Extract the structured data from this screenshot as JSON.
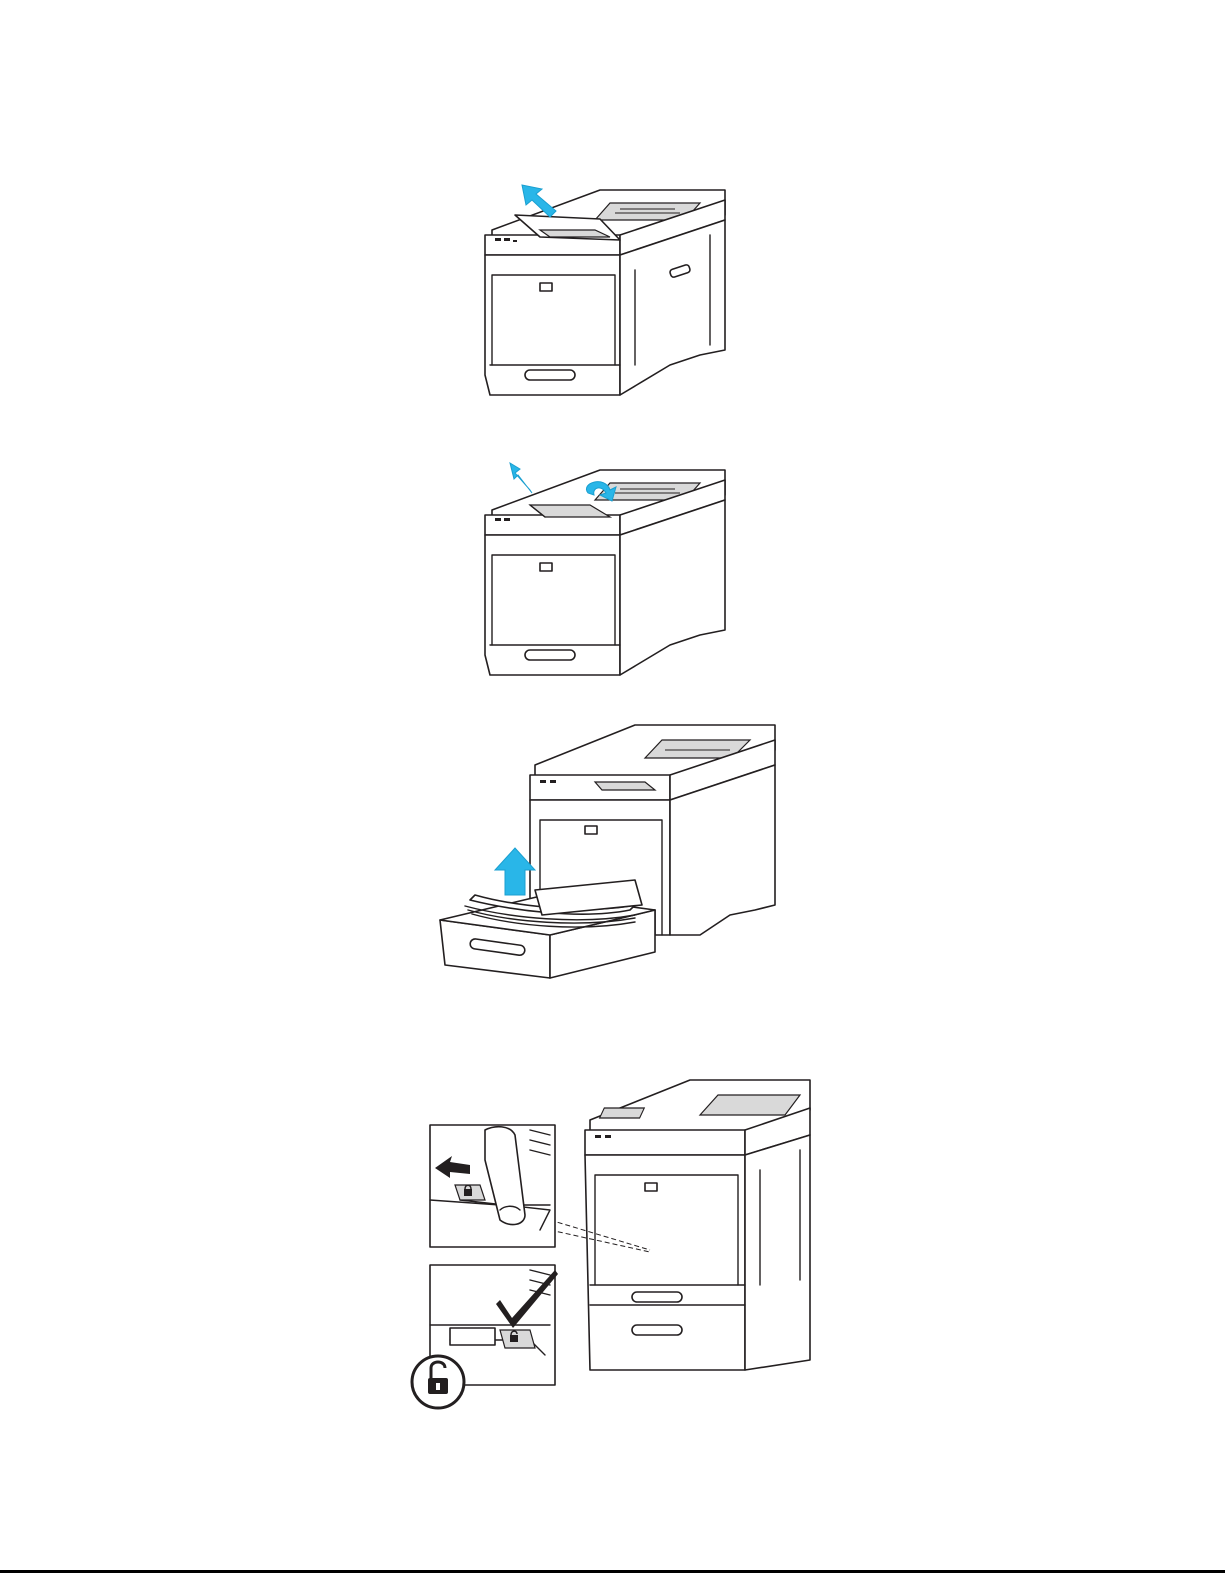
{
  "page": {
    "background": "#ffffff"
  },
  "figures": [
    {
      "name": "printer-raise-output-tray-extension"
    },
    {
      "name": "printer-fold-output-tray-extension"
    },
    {
      "name": "printer-remove-paper-from-tray"
    },
    {
      "name": "printer-tray-lock-release-detail"
    }
  ],
  "colors": {
    "arrow_blue": "#29b6e8",
    "arrow_blue_dark": "#1a9fd0",
    "line": "#231f20"
  },
  "icons": {
    "check": "check-mark-icon",
    "lock": "padlock-icon",
    "unlock": "unlocked-padlock-icon",
    "arrow": "push-left-arrow-icon"
  }
}
